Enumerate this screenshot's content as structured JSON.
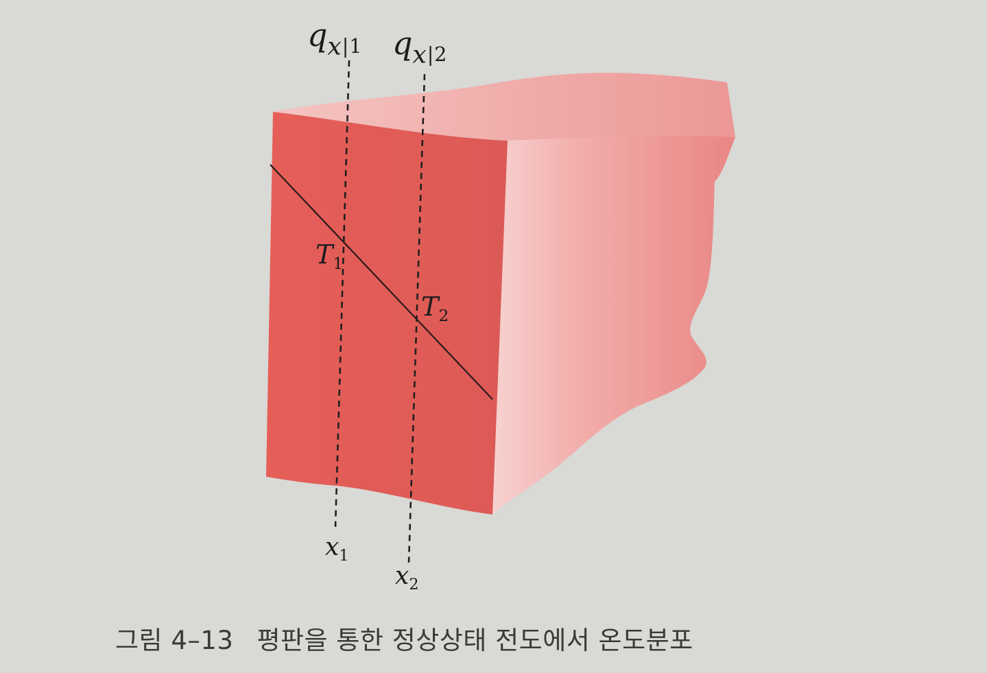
{
  "figure": {
    "labels": {
      "q1": {
        "symbol": "q",
        "sub": "x",
        "bar": "|",
        "index": "1"
      },
      "q2": {
        "symbol": "q",
        "sub": "x",
        "bar": "|",
        "index": "2"
      },
      "t1": {
        "symbol": "T",
        "index": "1"
      },
      "t2": {
        "symbol": "T",
        "index": "2"
      },
      "x1": {
        "symbol": "x",
        "index": "1"
      },
      "x2": {
        "symbol": "x",
        "index": "2"
      }
    },
    "colors": {
      "front_face": "#e4605a",
      "top_face": "#f0b4b2",
      "side_face": "#ee9a98",
      "line": "#2a1a1a"
    }
  },
  "caption": {
    "number": "그림 4–13",
    "text": "평판을 통한 정상상태 전도에서 온도분포"
  }
}
